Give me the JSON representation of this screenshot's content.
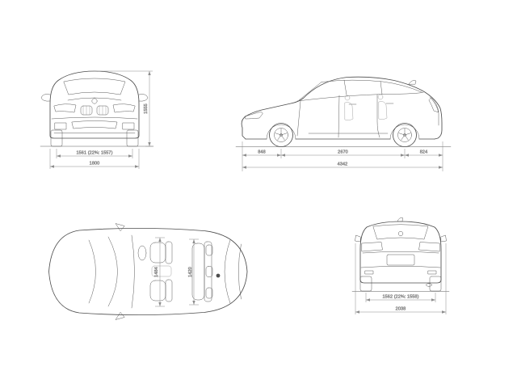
{
  "sheet": {
    "background": "#ffffff",
    "line_color": "#4d4d4d",
    "dimension_color": "#8c8c8c"
  },
  "views": {
    "front": {
      "name": "front-view",
      "dims": {
        "track_width": "1561 (22¾: 1557)",
        "overall_width": "1800",
        "overall_height": "1555"
      }
    },
    "side": {
      "name": "side-view",
      "dims": {
        "front_overhang": "848",
        "wheelbase": "2670",
        "rear_overhang": "824",
        "overall_length": "4342"
      }
    },
    "top": {
      "name": "top-view",
      "dims": {
        "interior_width_front": "1484",
        "interior_width_rear": "1420"
      }
    },
    "rear": {
      "name": "rear-view",
      "dims": {
        "track_width": "1562 (22¾: 1558)",
        "overall_width_incl_mirrors": "2038"
      }
    }
  }
}
